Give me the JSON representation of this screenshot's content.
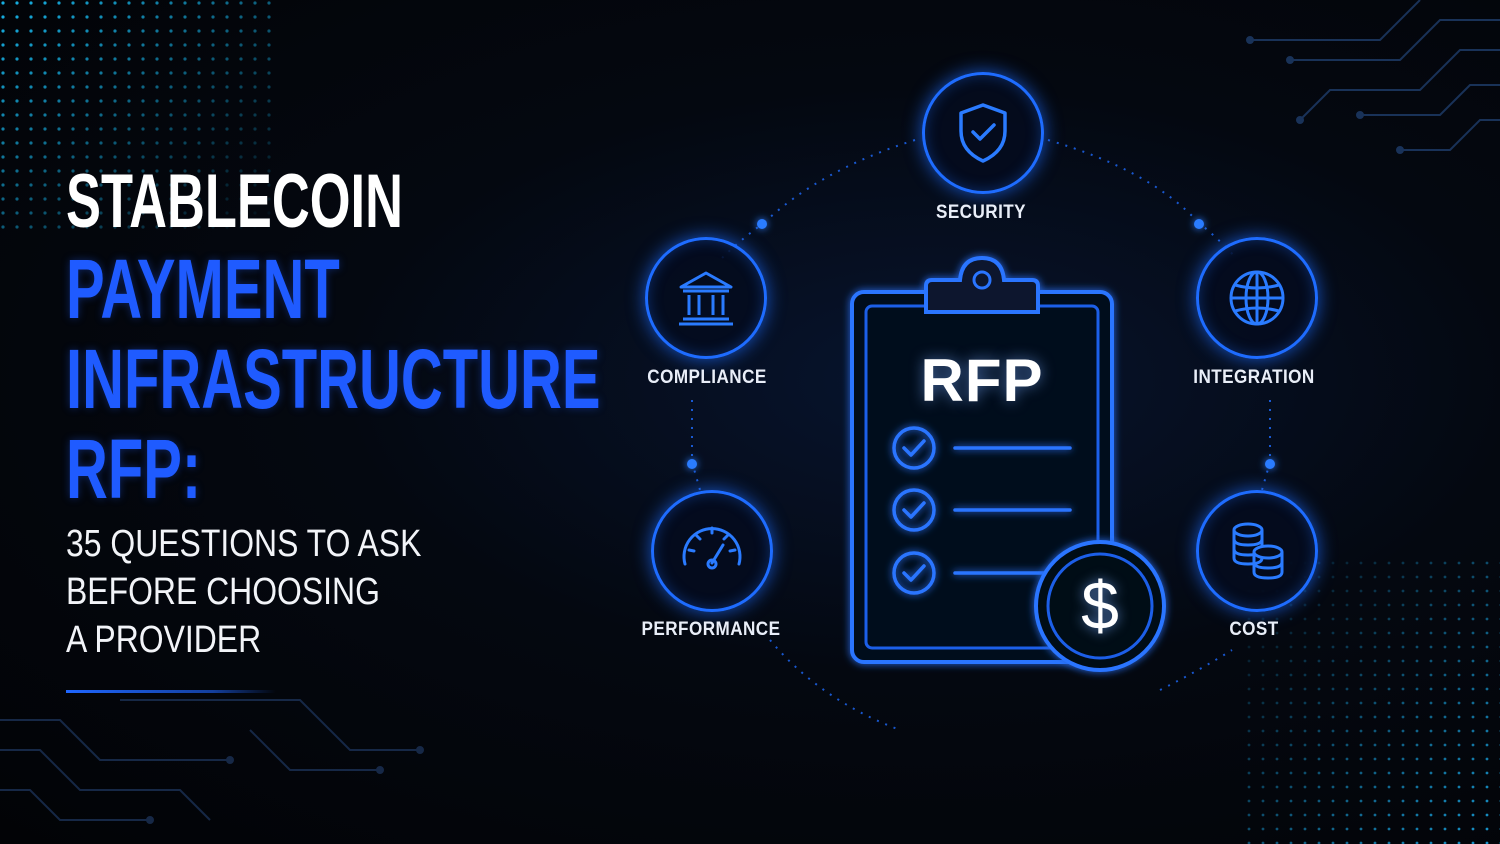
{
  "title": {
    "line1": "STABLECOIN",
    "line2": "PAYMENT",
    "line3": "INFRASTRUCTURE",
    "line4": "RFP:"
  },
  "subtitle": {
    "line1": "35 QUESTIONS TO ASK",
    "line2": "BEFORE CHOOSING",
    "line3": "A PROVIDER"
  },
  "clipboard": {
    "label": "RFP",
    "checklist_items": 3,
    "badge_icon": "dollar-icon"
  },
  "nodes": [
    {
      "label": "SECURITY",
      "icon": "shield-check-icon"
    },
    {
      "label": "COMPLIANCE",
      "icon": "bank-icon"
    },
    {
      "label": "INTEGRATION",
      "icon": "globe-icon"
    },
    {
      "label": "PERFORMANCE",
      "icon": "speedometer-icon"
    },
    {
      "label": "COST",
      "icon": "coins-icon"
    }
  ],
  "colors": {
    "accent": "#1f5bff",
    "glow": "#1e6cff",
    "text": "#ffffff",
    "background": "#030407",
    "cyan_dots": "#19c6ff"
  }
}
